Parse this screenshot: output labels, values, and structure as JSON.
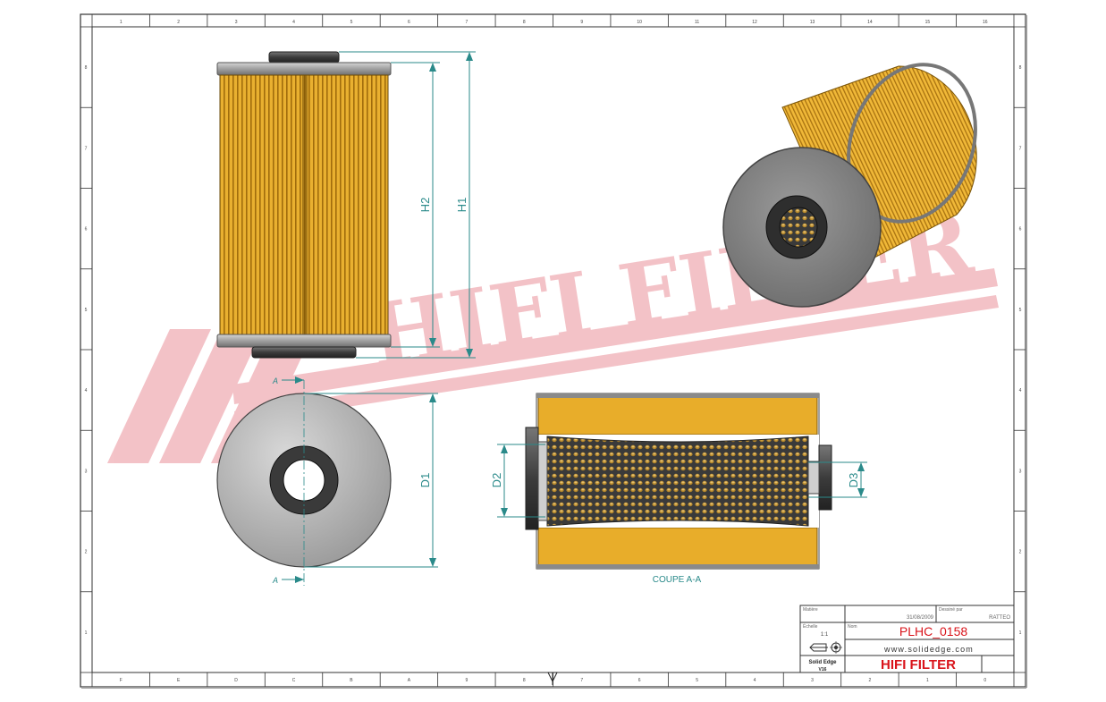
{
  "watermark": {
    "text": "HIFI FILTER",
    "color": "#f2b8be"
  },
  "dimensions": {
    "h1": "H1",
    "h2": "H2",
    "d1": "D1",
    "d2": "D2",
    "d3": "D3"
  },
  "section": {
    "arrow_label_top": "A",
    "arrow_label_bottom": "A",
    "caption": "COUPE A-A"
  },
  "border": {
    "top_numbers": [
      "1",
      "2",
      "3",
      "4",
      "5",
      "6",
      "7",
      "8",
      "9",
      "10",
      "11",
      "12",
      "13",
      "14",
      "15",
      "16"
    ],
    "bottom_letters": [
      "F",
      "E",
      "D",
      "C",
      "B",
      "A",
      "9",
      "8",
      "7",
      "6",
      "5",
      "4",
      "3",
      "2",
      "1",
      "0"
    ],
    "side_numbers": [
      "1",
      "2",
      "3",
      "4",
      "5",
      "6",
      "7",
      "8"
    ]
  },
  "title_block": {
    "label_matiere": "Matière",
    "label_echelle": "Échelle",
    "scale": "1:1",
    "label_nom": "Nom",
    "date": "31/08/2009",
    "label_dessine": "Dessiné par",
    "drawn_by": "RATTEO",
    "part_number": "PLHC_0158",
    "website": "www.solidedge.com",
    "software": "Solid Edge",
    "software_sub": "V16",
    "company": "HIFI FILTER"
  },
  "colors": {
    "media": "#e8ad2a",
    "media_dark": "#b07a10",
    "cap": "#a3a3a3",
    "dim_line": "#2a8a8a",
    "title_red": "#d9141b"
  }
}
